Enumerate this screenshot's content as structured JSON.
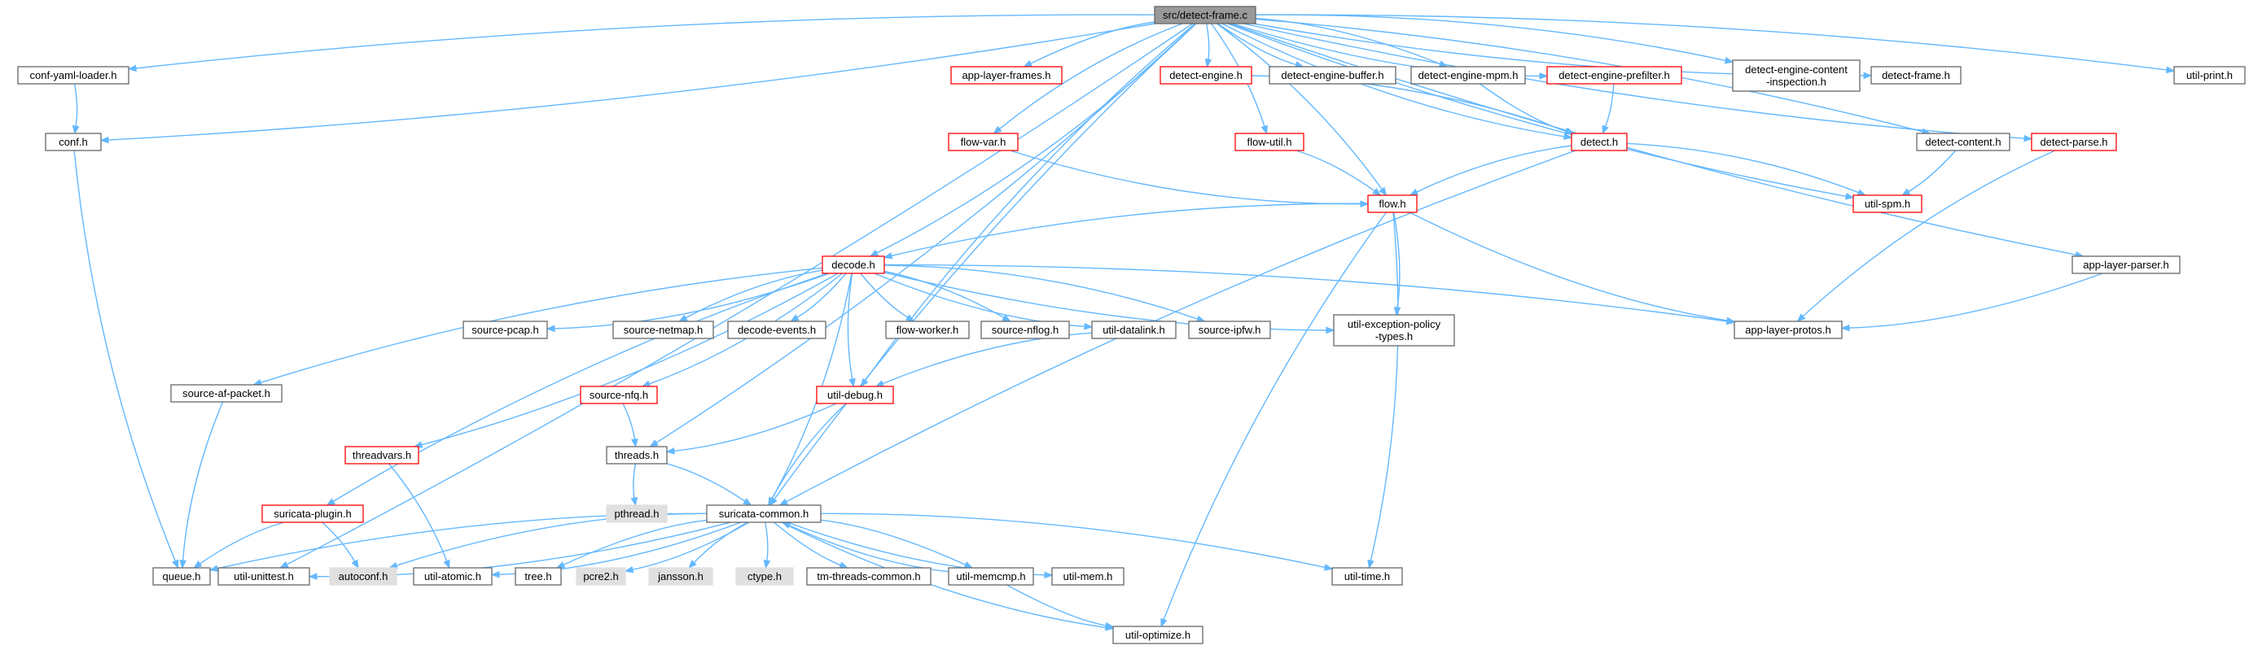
{
  "colors": {
    "edge": "#63b8ff",
    "border_normal": "#666666",
    "border_truncated": "#ff0000",
    "fill_root": "#999999",
    "fill_system": "#e0e0e0",
    "fill_normal": "#ffffff"
  },
  "nodes": [
    {
      "id": "detect_frame_c",
      "label": [
        "src/detect-frame.c"
      ],
      "style": "root"
    },
    {
      "id": "conf_yaml_loader_h",
      "label": [
        "conf-yaml-loader.h"
      ],
      "style": "normal"
    },
    {
      "id": "conf_h",
      "label": [
        "conf.h"
      ],
      "style": "normal"
    },
    {
      "id": "queue_h",
      "label": [
        "queue.h"
      ],
      "style": "normal"
    },
    {
      "id": "app_layer_frames_h",
      "label": [
        "app-layer-frames.h"
      ],
      "style": "truncated"
    },
    {
      "id": "detect_engine_h",
      "label": [
        "detect-engine.h"
      ],
      "style": "truncated"
    },
    {
      "id": "detect_engine_buffer_h",
      "label": [
        "detect-engine-buffer.h"
      ],
      "style": "normal"
    },
    {
      "id": "detect_engine_mpm_h",
      "label": [
        "detect-engine-mpm.h"
      ],
      "style": "normal"
    },
    {
      "id": "detect_engine_prefilter_h",
      "label": [
        "detect-engine-prefilter.h"
      ],
      "style": "truncated"
    },
    {
      "id": "detect_engine_content_inspection_h",
      "label": [
        "detect-engine-content",
        "-inspection.h"
      ],
      "style": "normal"
    },
    {
      "id": "detect_frame_h",
      "label": [
        "detect-frame.h"
      ],
      "style": "normal"
    },
    {
      "id": "util_print_h",
      "label": [
        "util-print.h"
      ],
      "style": "normal"
    },
    {
      "id": "flow_var_h",
      "label": [
        "flow-var.h"
      ],
      "style": "truncated"
    },
    {
      "id": "flow_util_h",
      "label": [
        "flow-util.h"
      ],
      "style": "truncated"
    },
    {
      "id": "detect_h",
      "label": [
        "detect.h"
      ],
      "style": "truncated"
    },
    {
      "id": "detect_content_h",
      "label": [
        "detect-content.h"
      ],
      "style": "normal"
    },
    {
      "id": "detect_parse_h",
      "label": [
        "detect-parse.h"
      ],
      "style": "truncated"
    },
    {
      "id": "flow_h",
      "label": [
        "flow.h"
      ],
      "style": "truncated"
    },
    {
      "id": "util_spm_h",
      "label": [
        "util-spm.h"
      ],
      "style": "truncated"
    },
    {
      "id": "decode_h",
      "label": [
        "decode.h"
      ],
      "style": "truncated"
    },
    {
      "id": "app_layer_parser_h",
      "label": [
        "app-layer-parser.h"
      ],
      "style": "normal"
    },
    {
      "id": "source_pcap_h",
      "label": [
        "source-pcap.h"
      ],
      "style": "normal"
    },
    {
      "id": "source_netmap_h",
      "label": [
        "source-netmap.h"
      ],
      "style": "normal"
    },
    {
      "id": "decode_events_h",
      "label": [
        "decode-events.h"
      ],
      "style": "normal"
    },
    {
      "id": "flow_worker_h",
      "label": [
        "flow-worker.h"
      ],
      "style": "normal"
    },
    {
      "id": "source_nflog_h",
      "label": [
        "source-nflog.h"
      ],
      "style": "normal"
    },
    {
      "id": "util_datalink_h",
      "label": [
        "util-datalink.h"
      ],
      "style": "normal"
    },
    {
      "id": "source_ipfw_h",
      "label": [
        "source-ipfw.h"
      ],
      "style": "normal"
    },
    {
      "id": "util_exception_policy_types_h",
      "label": [
        "util-exception-policy",
        "-types.h"
      ],
      "style": "normal"
    },
    {
      "id": "app_layer_protos_h",
      "label": [
        "app-layer-protos.h"
      ],
      "style": "normal"
    },
    {
      "id": "source_af_packet_h",
      "label": [
        "source-af-packet.h"
      ],
      "style": "normal"
    },
    {
      "id": "source_nfq_h",
      "label": [
        "source-nfq.h"
      ],
      "style": "truncated"
    },
    {
      "id": "util_debug_h",
      "label": [
        "util-debug.h"
      ],
      "style": "truncated"
    },
    {
      "id": "threadvars_h",
      "label": [
        "threadvars.h"
      ],
      "style": "truncated"
    },
    {
      "id": "threads_h",
      "label": [
        "threads.h"
      ],
      "style": "normal"
    },
    {
      "id": "suricata_plugin_h",
      "label": [
        "suricata-plugin.h"
      ],
      "style": "truncated"
    },
    {
      "id": "pthread_h",
      "label": [
        "pthread.h"
      ],
      "style": "system"
    },
    {
      "id": "suricata_common_h",
      "label": [
        "suricata-common.h"
      ],
      "style": "normal"
    },
    {
      "id": "util_unittest_h",
      "label": [
        "util-unittest.h"
      ],
      "style": "normal"
    },
    {
      "id": "autoconf_h",
      "label": [
        "autoconf.h"
      ],
      "style": "system"
    },
    {
      "id": "util_atomic_h",
      "label": [
        "util-atomic.h"
      ],
      "style": "normal"
    },
    {
      "id": "tree_h",
      "label": [
        "tree.h"
      ],
      "style": "normal"
    },
    {
      "id": "pcre2_h",
      "label": [
        "pcre2.h"
      ],
      "style": "system"
    },
    {
      "id": "jansson_h",
      "label": [
        "jansson.h"
      ],
      "style": "system"
    },
    {
      "id": "ctype_h",
      "label": [
        "ctype.h"
      ],
      "style": "system"
    },
    {
      "id": "tm_threads_common_h",
      "label": [
        "tm-threads-common.h"
      ],
      "style": "normal"
    },
    {
      "id": "util_memcmp_h",
      "label": [
        "util-memcmp.h"
      ],
      "style": "normal"
    },
    {
      "id": "util_mem_h",
      "label": [
        "util-mem.h"
      ],
      "style": "normal"
    },
    {
      "id": "util_time_h",
      "label": [
        "util-time.h"
      ],
      "style": "normal"
    },
    {
      "id": "util_optimize_h",
      "label": [
        "util-optimize.h"
      ],
      "style": "normal"
    }
  ],
  "edges": [
    [
      "detect_frame_c",
      "conf_yaml_loader_h"
    ],
    [
      "detect_frame_c",
      "conf_h"
    ],
    [
      "detect_frame_c",
      "app_layer_frames_h"
    ],
    [
      "detect_frame_c",
      "detect_engine_h"
    ],
    [
      "detect_frame_c",
      "detect_engine_buffer_h"
    ],
    [
      "detect_frame_c",
      "detect_engine_mpm_h"
    ],
    [
      "detect_frame_c",
      "detect_engine_prefilter_h"
    ],
    [
      "detect_frame_c",
      "detect_engine_content_inspection_h"
    ],
    [
      "detect_frame_c",
      "detect_frame_h"
    ],
    [
      "detect_frame_c",
      "util_print_h"
    ],
    [
      "detect_frame_c",
      "flow_var_h"
    ],
    [
      "detect_frame_c",
      "flow_util_h"
    ],
    [
      "detect_frame_c",
      "detect_h"
    ],
    [
      "detect_frame_c",
      "detect_content_h"
    ],
    [
      "detect_frame_c",
      "detect_parse_h"
    ],
    [
      "detect_frame_c",
      "flow_h"
    ],
    [
      "detect_frame_c",
      "util_spm_h"
    ],
    [
      "detect_frame_c",
      "decode_h"
    ],
    [
      "detect_frame_c",
      "app_layer_parser_h"
    ],
    [
      "detect_frame_c",
      "threads_h"
    ],
    [
      "detect_frame_c",
      "suricata_common_h"
    ],
    [
      "detect_frame_c",
      "util_unittest_h"
    ],
    [
      "detect_frame_c",
      "util_debug_h"
    ],
    [
      "conf_yaml_loader_h",
      "conf_h"
    ],
    [
      "conf_h",
      "queue_h"
    ],
    [
      "detect_engine_h",
      "detect_h"
    ],
    [
      "detect_engine_mpm_h",
      "detect_h"
    ],
    [
      "detect_engine_prefilter_h",
      "detect_h"
    ],
    [
      "flow_var_h",
      "flow_h"
    ],
    [
      "flow_util_h",
      "flow_h"
    ],
    [
      "detect_h",
      "flow_h"
    ],
    [
      "detect_h",
      "util_spm_h"
    ],
    [
      "detect_h",
      "suricata_common_h"
    ],
    [
      "detect_content_h",
      "util_spm_h"
    ],
    [
      "detect_parse_h",
      "app_layer_protos_h"
    ],
    [
      "app_layer_parser_h",
      "app_layer_protos_h"
    ],
    [
      "flow_h",
      "decode_h"
    ],
    [
      "flow_h",
      "util_exception_policy_types_h"
    ],
    [
      "flow_h",
      "app_layer_protos_h"
    ],
    [
      "flow_h",
      "util_time_h"
    ],
    [
      "flow_h",
      "util_optimize_h"
    ],
    [
      "decode_h",
      "source_pcap_h"
    ],
    [
      "decode_h",
      "source_netmap_h"
    ],
    [
      "decode_h",
      "decode_events_h"
    ],
    [
      "decode_h",
      "flow_worker_h"
    ],
    [
      "decode_h",
      "source_nflog_h"
    ],
    [
      "decode_h",
      "util_datalink_h"
    ],
    [
      "decode_h",
      "source_ipfw_h"
    ],
    [
      "decode_h",
      "util_exception_policy_types_h"
    ],
    [
      "decode_h",
      "app_layer_protos_h"
    ],
    [
      "decode_h",
      "source_af_packet_h"
    ],
    [
      "decode_h",
      "source_nfq_h"
    ],
    [
      "decode_h",
      "util_debug_h"
    ],
    [
      "decode_h",
      "threadvars_h"
    ],
    [
      "decode_h",
      "suricata_plugin_h"
    ],
    [
      "decode_h",
      "suricata_common_h"
    ],
    [
      "util_datalink_h",
      "util_debug_h"
    ],
    [
      "source_nfq_h",
      "threads_h"
    ],
    [
      "source_af_packet_h",
      "queue_h"
    ],
    [
      "util_debug_h",
      "threads_h"
    ],
    [
      "util_debug_h",
      "suricata_common_h"
    ],
    [
      "threadvars_h",
      "util_atomic_h"
    ],
    [
      "threads_h",
      "pthread_h"
    ],
    [
      "threads_h",
      "suricata_common_h"
    ],
    [
      "suricata_plugin_h",
      "queue_h"
    ],
    [
      "suricata_plugin_h",
      "autoconf_h"
    ],
    [
      "suricata_common_h",
      "queue_h"
    ],
    [
      "suricata_common_h",
      "util_unittest_h"
    ],
    [
      "suricata_common_h",
      "autoconf_h"
    ],
    [
      "suricata_common_h",
      "util_atomic_h"
    ],
    [
      "suricata_common_h",
      "tree_h"
    ],
    [
      "suricata_common_h",
      "pcre2_h"
    ],
    [
      "suricata_common_h",
      "jansson_h"
    ],
    [
      "suricata_common_h",
      "ctype_h"
    ],
    [
      "suricata_common_h",
      "tm_threads_common_h"
    ],
    [
      "suricata_common_h",
      "util_memcmp_h"
    ],
    [
      "suricata_common_h",
      "util_mem_h"
    ],
    [
      "suricata_common_h",
      "util_time_h"
    ],
    [
      "suricata_common_h",
      "util_optimize_h"
    ],
    [
      "util_memcmp_h",
      "suricata_common_h"
    ],
    [
      "util_memcmp_h",
      "util_optimize_h"
    ]
  ]
}
